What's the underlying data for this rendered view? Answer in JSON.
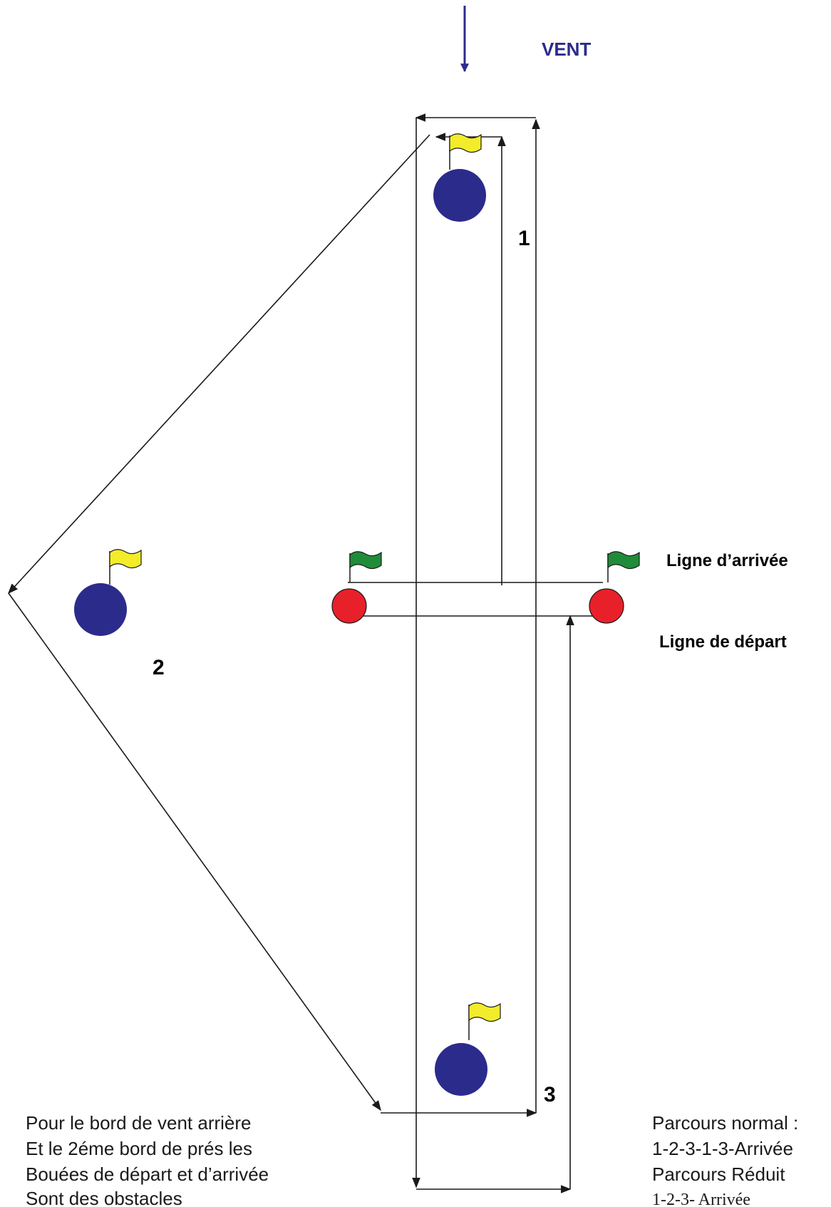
{
  "wind": {
    "label": "VENT",
    "color": "#2b2b8c"
  },
  "legs": {
    "leg1": "1",
    "leg2": "2",
    "leg3": "3"
  },
  "lines": {
    "finish": "Ligne d’arrivée",
    "start": "Ligne de départ"
  },
  "note_left": [
    "Pour le bord de vent arrière",
    "Et le 2éme bord de prés les",
    "Bouées de départ et d’arrivée",
    "Sont des obstacles"
  ],
  "note_right": {
    "normal_title": "Parcours normal :",
    "normal_course": "1-2-3-1-3-Arrivée",
    "reduced_title": "Parcours Réduit",
    "reduced_course": "1-2-3- Arrivée"
  },
  "colors": {
    "course_buoy": "#2b2b8c",
    "line_buoy": "#e8202a",
    "course_flag": "#f2ec2a",
    "line_flag": "#1f8c3a"
  }
}
